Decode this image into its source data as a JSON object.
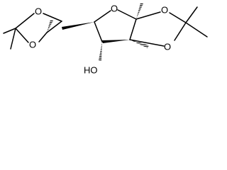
{
  "molecule": {
    "atom_labels": {
      "o_dioxolane_upper": "O",
      "o_dioxolane_lower": "O",
      "o_furanose_ring": "O",
      "o_fused_upper": "O",
      "o_fused_lower": "O",
      "hydroxyl": "HO"
    },
    "colors": {
      "bond": "#000000",
      "label": "#000000",
      "background": "#ffffff"
    }
  }
}
